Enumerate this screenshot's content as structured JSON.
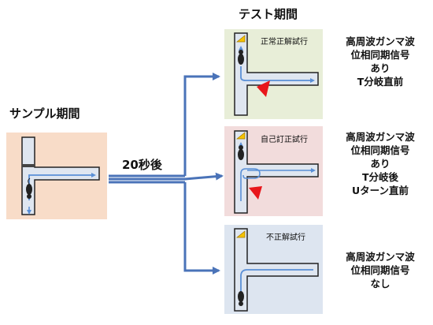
{
  "headers": {
    "sample_period": "サンプル期間",
    "test_period": "テスト期間",
    "delay": "20秒後"
  },
  "trials": [
    {
      "name": "正常正解試行",
      "condition": [
        "高周波ガンマ波",
        "位相同期信号",
        "あり",
        "T分岐直前"
      ],
      "bg": "#e8eed8"
    },
    {
      "name": "自己訂正試行",
      "condition": [
        "高周波ガンマ波",
        "位相同期信号",
        "あり",
        "T分岐後",
        "Uターン直前"
      ],
      "bg": "#f2dcdc"
    },
    {
      "name": "不正解試行",
      "condition": [
        "高周波ガンマ波",
        "位相同期信号",
        "なし"
      ],
      "bg": "#dde5f0"
    }
  ],
  "colors": {
    "sample_bg": "#f8dcc8",
    "maze_fill": "#dfe6f0",
    "maze_stroke": "#222222",
    "arrow": "#4a73b8",
    "path": "#5a8fd6",
    "marker": "#e8161b",
    "cheese": "#f5c200"
  }
}
